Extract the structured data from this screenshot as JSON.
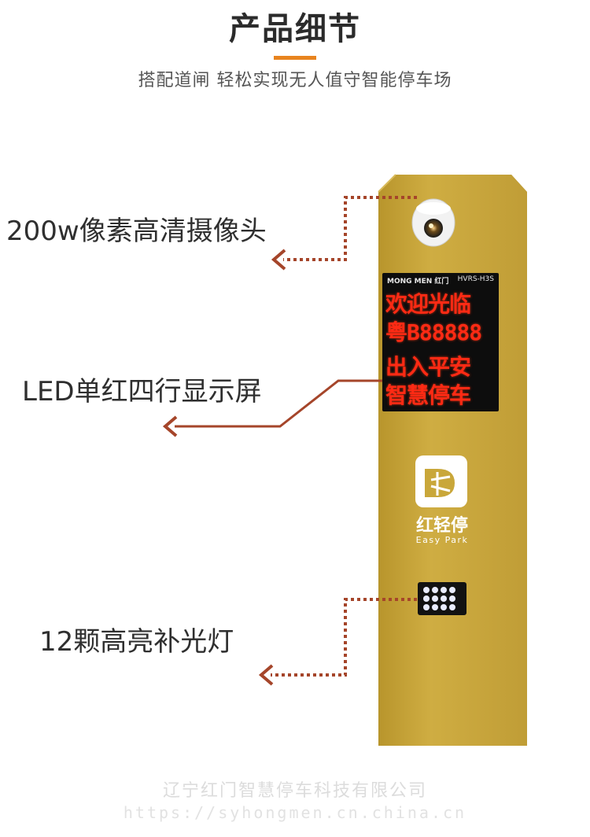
{
  "header": {
    "title": "产品细节",
    "subtitle": "搭配道闸 轻松实现无人值守智能停车场",
    "accent_color": "#e8841f"
  },
  "callouts": {
    "camera": "200w像素高清摄像头",
    "led": "LED单红四行显示屏",
    "fill_light": "12颗高亮补光灯",
    "line_color": "#a5452a"
  },
  "kiosk": {
    "body_color": "#c9a73a",
    "led_screen": {
      "brand": "MONG MEN 红门",
      "model": "HVRS-H3S",
      "lines": [
        "欢迎光临",
        "粤B88888",
        "出入平安",
        "智慧停车"
      ],
      "text_color": "#ff2a14"
    },
    "brand_logo": {
      "name": "红轻停",
      "sub": "Easy Park",
      "icon": "dragonfly-icon"
    }
  },
  "watermark": {
    "company": "辽宁红门智慧停车科技有限公司",
    "url": "https://syhongmen.cn.china.cn"
  }
}
